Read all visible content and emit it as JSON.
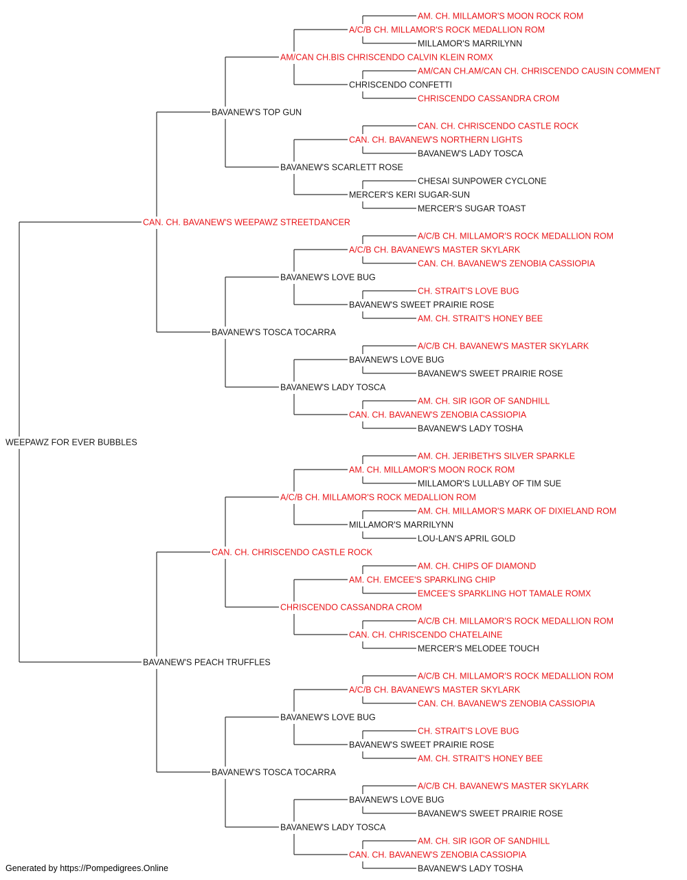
{
  "colors": {
    "champion": "#e8161a",
    "normal": "#1a1a1a",
    "line": "#333333"
  },
  "pedigree": {
    "name": "WEEPAWZ FOR EVER BUBBLES",
    "ch": false,
    "sire": {
      "name": "CAN. CH. BAVANEW'S WEEPAWZ STREETDANCER",
      "ch": true,
      "sire": {
        "name": "BAVANEW'S TOP GUN",
        "ch": false,
        "sire": {
          "name": "AM/CAN CH.BIS CHRISCENDO CALVIN KLEIN ROMX",
          "ch": true,
          "sire": {
            "name": "A/C/B CH. MILLAMOR'S ROCK MEDALLION ROM",
            "ch": true,
            "sire": {
              "name": "AM. CH. MILLAMOR'S MOON ROCK ROM",
              "ch": true
            },
            "dam": {
              "name": "MILLAMOR'S MARRILYNN",
              "ch": false
            }
          },
          "dam": {
            "name": "CHRISCENDO CONFETTI",
            "ch": false,
            "sire": {
              "name": "AM/CAN CH.AM/CAN CH. CHRISCENDO CAUSIN COMMENT",
              "ch": true
            },
            "dam": {
              "name": "CHRISCENDO CASSANDRA CROM",
              "ch": true
            }
          }
        },
        "dam": {
          "name": "BAVANEW'S SCARLETT ROSE",
          "ch": false,
          "sire": {
            "name": "CAN. CH. BAVANEW'S NORTHERN LIGHTS",
            "ch": true,
            "sire": {
              "name": "CAN. CH. CHRISCENDO CASTLE ROCK",
              "ch": true
            },
            "dam": {
              "name": "BAVANEW'S LADY TOSCA",
              "ch": false
            }
          },
          "dam": {
            "name": "MERCER'S KERI SUGAR-SUN",
            "ch": false,
            "sire": {
              "name": "CHESAI SUNPOWER CYCLONE",
              "ch": false
            },
            "dam": {
              "name": "MERCER'S SUGAR TOAST",
              "ch": false
            }
          }
        }
      },
      "dam": {
        "name": "BAVANEW'S TOSCA TOCARRA",
        "ch": false,
        "sire": {
          "name": "BAVANEW'S LOVE BUG",
          "ch": false,
          "sire": {
            "name": "A/C/B CH. BAVANEW'S MASTER SKYLARK",
            "ch": true,
            "sire": {
              "name": "A/C/B CH. MILLAMOR'S ROCK MEDALLION ROM",
              "ch": true
            },
            "dam": {
              "name": "CAN. CH. BAVANEW'S ZENOBIA CASSIOPIA",
              "ch": true
            }
          },
          "dam": {
            "name": "BAVANEW'S SWEET PRAIRIE ROSE",
            "ch": false,
            "sire": {
              "name": "CH. STRAIT'S LOVE BUG",
              "ch": true
            },
            "dam": {
              "name": "AM. CH. STRAIT'S HONEY BEE",
              "ch": true
            }
          }
        },
        "dam": {
          "name": "BAVANEW'S LADY TOSCA",
          "ch": false,
          "sire": {
            "name": "BAVANEW'S LOVE BUG",
            "ch": false,
            "sire": {
              "name": "A/C/B CH. BAVANEW'S MASTER SKYLARK",
              "ch": true
            },
            "dam": {
              "name": "BAVANEW'S SWEET PRAIRIE ROSE",
              "ch": false
            }
          },
          "dam": {
            "name": "CAN. CH. BAVANEW'S ZENOBIA CASSIOPIA",
            "ch": true,
            "sire": {
              "name": "AM. CH. SIR IGOR OF SANDHILL",
              "ch": true
            },
            "dam": {
              "name": "BAVANEW'S LADY TOSHA",
              "ch": false
            }
          }
        }
      }
    },
    "dam": {
      "name": "BAVANEW'S PEACH TRUFFLES",
      "ch": false,
      "sire": {
        "name": "CAN. CH. CHRISCENDO CASTLE ROCK",
        "ch": true,
        "sire": {
          "name": "A/C/B CH. MILLAMOR'S ROCK MEDALLION ROM",
          "ch": true,
          "sire": {
            "name": "AM. CH. MILLAMOR'S MOON ROCK ROM",
            "ch": true,
            "sire": {
              "name": "AM. CH. JERIBETH'S SILVER SPARKLE",
              "ch": true
            },
            "dam": {
              "name": "MILLAMOR'S LULLABY OF TIM SUE",
              "ch": false
            }
          },
          "dam": {
            "name": "MILLAMOR'S MARRILYNN",
            "ch": false,
            "sire": {
              "name": "AM. CH. MILLAMOR'S MARK OF DIXIELAND ROM",
              "ch": true
            },
            "dam": {
              "name": "LOU-LAN'S APRIL GOLD",
              "ch": false
            }
          }
        },
        "dam": {
          "name": "CHRISCENDO CASSANDRA CROM",
          "ch": true,
          "sire": {
            "name": "AM. CH. EMCEE'S SPARKLING CHIP",
            "ch": true,
            "sire": {
              "name": "AM. CH. CHIPS OF DIAMOND",
              "ch": true
            },
            "dam": {
              "name": "EMCEE'S SPARKLING HOT TAMALE ROMX",
              "ch": true
            }
          },
          "dam": {
            "name": "CAN. CH. CHRISCENDO CHATELAINE",
            "ch": true,
            "sire": {
              "name": "A/C/B CH. MILLAMOR'S ROCK MEDALLION ROM",
              "ch": true
            },
            "dam": {
              "name": "MERCER'S MELODEE TOUCH",
              "ch": false
            }
          }
        }
      },
      "dam": {
        "name": "BAVANEW'S TOSCA TOCARRA",
        "ch": false,
        "sire": {
          "name": "BAVANEW'S LOVE BUG",
          "ch": false,
          "sire": {
            "name": "A/C/B CH. BAVANEW'S MASTER SKYLARK",
            "ch": true,
            "sire": {
              "name": "A/C/B CH. MILLAMOR'S ROCK MEDALLION ROM",
              "ch": true
            },
            "dam": {
              "name": "CAN. CH. BAVANEW'S ZENOBIA CASSIOPIA",
              "ch": true
            }
          },
          "dam": {
            "name": "BAVANEW'S SWEET PRAIRIE ROSE",
            "ch": false,
            "sire": {
              "name": "CH. STRAIT'S LOVE BUG",
              "ch": true
            },
            "dam": {
              "name": "AM. CH. STRAIT'S HONEY BEE",
              "ch": true
            }
          }
        },
        "dam": {
          "name": "BAVANEW'S LADY TOSCA",
          "ch": false,
          "sire": {
            "name": "BAVANEW'S LOVE BUG",
            "ch": false,
            "sire": {
              "name": "A/C/B CH. BAVANEW'S MASTER SKYLARK",
              "ch": true
            },
            "dam": {
              "name": "BAVANEW'S SWEET PRAIRIE ROSE",
              "ch": false
            }
          },
          "dam": {
            "name": "CAN. CH. BAVANEW'S ZENOBIA CASSIOPIA",
            "ch": true,
            "sire": {
              "name": "AM. CH. SIR IGOR OF SANDHILL",
              "ch": true
            },
            "dam": {
              "name": "BAVANEW'S LADY TOSHA",
              "ch": false
            }
          }
        }
      }
    }
  },
  "footer": "Generated by https://Pompedigrees.Online"
}
